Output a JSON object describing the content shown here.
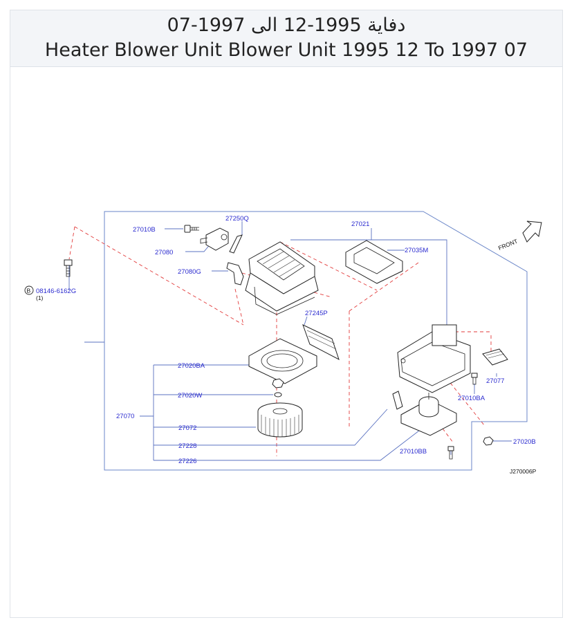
{
  "header": {
    "title_ar": "دفاية 1995-12 الى 1997-07",
    "title_en": "Heater Blower Unit Blower Unit 1995 12 To 1997 07"
  },
  "diagram": {
    "front_label": "FRONT",
    "ref_code": "J270006P",
    "parts": {
      "p27010B": "27010B",
      "p27250Q": "27250Q",
      "p27080": "27080",
      "p27080G": "27080G",
      "p08146": "08146-6162G",
      "p08146_qty": "(1)",
      "p_b": "B",
      "p27021": "27021",
      "p27035M": "27035M",
      "p27245P": "27245P",
      "p27020BA": "27020BA",
      "p27020W": "27020W",
      "p27070": "27070",
      "p27072": "27072",
      "p27228": "27228",
      "p27226": "27226",
      "p27010BB": "27010BB",
      "p27010BA": "27010BA",
      "p27077": "27077",
      "p27020B": "27020B"
    }
  }
}
